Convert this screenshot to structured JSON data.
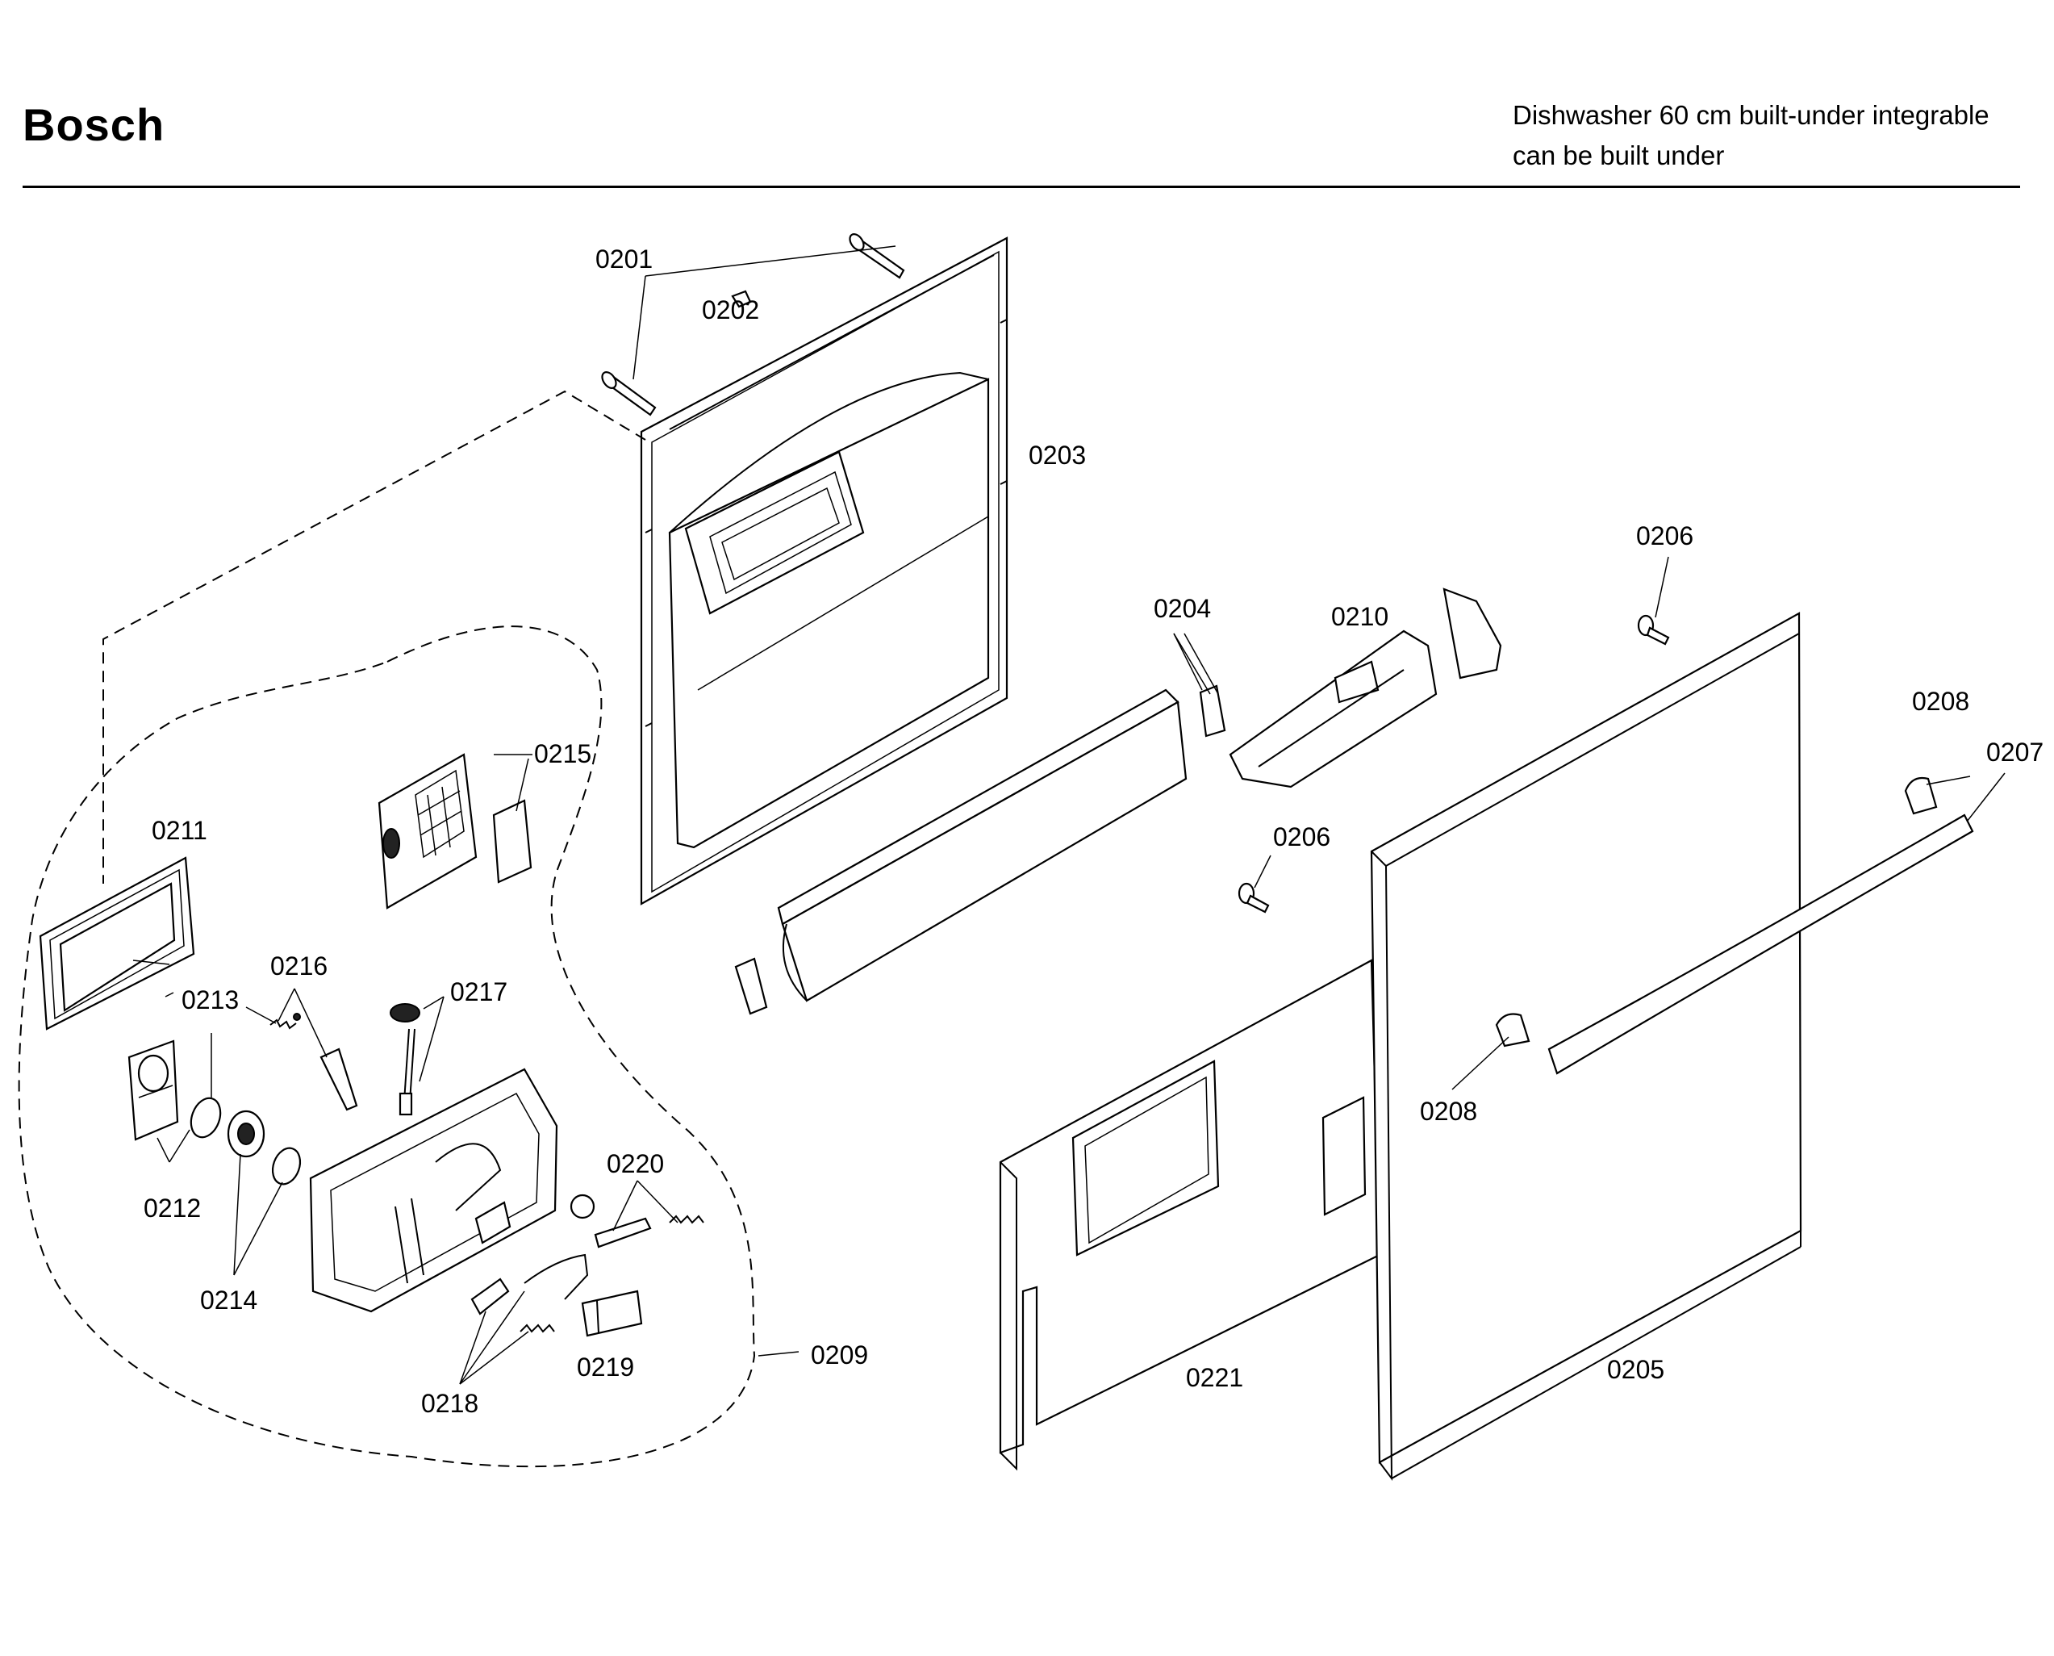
{
  "header": {
    "brand": "Bosch",
    "subtitle_line1": "Dishwasher 60 cm built-under integrable",
    "subtitle_line2": "can be built under"
  },
  "callouts": {
    "p0201": "0201",
    "p0202": "0202",
    "p0203": "0203",
    "p0204": "0204",
    "p0205": "0205",
    "p0206a": "0206",
    "p0206b": "0206",
    "p0207": "0207",
    "p0208a": "0208",
    "p0208b": "0208",
    "p0209": "0209",
    "p0210": "0210",
    "p0211": "0211",
    "p0212": "0212",
    "p0213": "0213",
    "p0214": "0214",
    "p0215": "0215",
    "p0216": "0216",
    "p0217": "0217",
    "p0218": "0218",
    "p0219": "0219",
    "p0220": "0220",
    "p0221": "0221"
  }
}
